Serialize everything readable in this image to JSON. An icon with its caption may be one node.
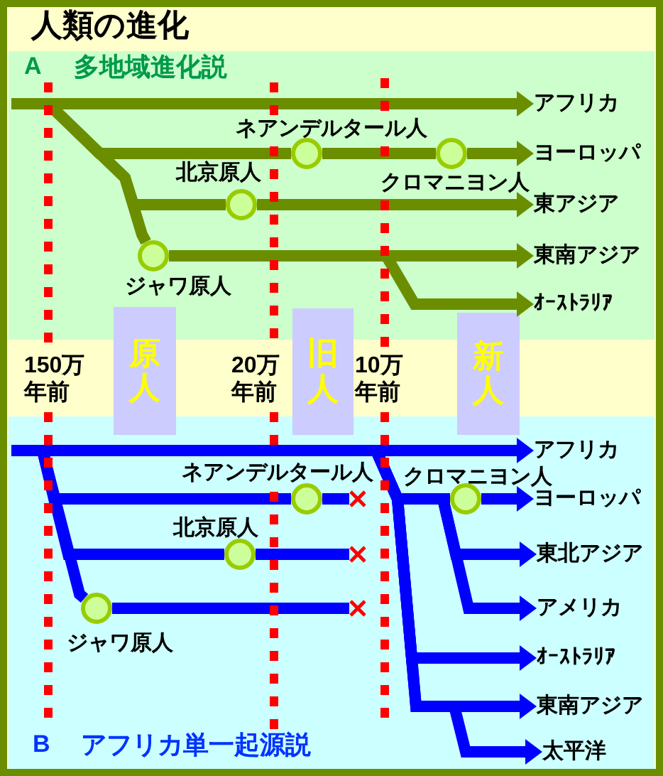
{
  "diagram": {
    "title": "人類の進化",
    "nodes": [
      {
        "text": [
          "A",
          "多地域進化説"
        ]
      },
      {
        "text": [
          "アフリカ"
        ],
        "in": 0
      },
      {
        "text": [],
        "shape": "circle",
        "beside": [
          "ネアンデルタール人"
        ],
        "in": 0
      },
      {
        "text": [],
        "shape": "circle",
        "beside": [
          "クロマニヨン人"
        ],
        "in": 0
      },
      {
        "text": [
          "ヨーロッパ"
        ],
        "in": 0
      },
      {
        "text": [],
        "shape": "circle",
        "beside": [
          "北京原人"
        ],
        "in": 0
      },
      {
        "text": [
          "東アジア"
        ],
        "in": 0
      },
      {
        "text": [],
        "shape": "circle",
        "beside": [
          "ジャワ原人"
        ],
        "in": 0
      },
      {
        "text": [
          "東南アジア"
        ],
        "in": 0
      },
      {
        "text": [
          "ｵｰｽﾄﾗﾘｱ"
        ],
        "in": 0
      },
      {
        "text": [
          "原人"
        ]
      },
      {
        "text": [
          "旧人"
        ]
      },
      {
        "text": [
          "新人"
        ]
      },
      {
        "text": [
          "B",
          "アフリカ単一起源説"
        ]
      },
      {
        "text": [
          "アフリカ"
        ],
        "in": 13
      },
      {
        "text": [],
        "shape": "circle",
        "beside": [
          "ネアンデルタール人"
        ],
        "in": 13
      },
      {
        "text": [],
        "shape": "cross",
        "in": 13
      },
      {
        "text": [],
        "shape": "circle",
        "beside": [
          "クロマニヨン人"
        ],
        "in": 13
      },
      {
        "text": [
          "ヨーロッパ"
        ],
        "in": 13
      },
      {
        "text": [],
        "shape": "circle",
        "beside": [
          "北京原人"
        ],
        "in": 13
      },
      {
        "text": [],
        "shape": "cross",
        "in": 13
      },
      {
        "text": [
          "東北アジア"
        ],
        "in": 13
      },
      {
        "text": [],
        "shape": "circle",
        "beside": [
          "ジャワ原人"
        ],
        "in": 13
      },
      {
        "text": [],
        "shape": "cross",
        "in": 13
      },
      {
        "text": [
          "アメリカ"
        ],
        "in": 13
      },
      {
        "text": [
          "ｵｰｽﾄﾗﾘｱ"
        ],
        "in": 13
      },
      {
        "text": [
          "東南アジア"
        ],
        "in": 13
      },
      {
        "text": [
          "太平洋"
        ],
        "in": 13
      }
    ],
    "edges": [
      {
        "from": null,
        "to": 1,
        "arrow": "to",
        "color": "#6b8e00"
      },
      {
        "from": null,
        "to": 2,
        "arrow": "none",
        "color": "#6b8e00"
      },
      {
        "from": 2,
        "to": 3,
        "arrow": "none",
        "color": "#6b8e00"
      },
      {
        "from": 3,
        "to": 4,
        "arrow": "to",
        "color": "#6b8e00"
      },
      {
        "from": null,
        "to": 5,
        "arrow": "none",
        "color": "#6b8e00"
      },
      {
        "from": 5,
        "to": 6,
        "arrow": "to",
        "color": "#6b8e00"
      },
      {
        "from": null,
        "to": 7,
        "arrow": "none",
        "color": "#6b8e00"
      },
      {
        "from": 7,
        "to": 8,
        "arrow": "to",
        "color": "#6b8e00"
      },
      {
        "from": 7,
        "to": 9,
        "arrow": "to",
        "color": "#6b8e00"
      },
      {
        "from": null,
        "to": 14,
        "arrow": "to"
      },
      {
        "from": null,
        "to": 15,
        "arrow": "none"
      },
      {
        "from": 15,
        "to": 16,
        "arrow": "none"
      },
      {
        "from": null,
        "to": 17,
        "arrow": "none"
      },
      {
        "from": 17,
        "to": 18,
        "arrow": "to"
      },
      {
        "from": null,
        "to": 19,
        "arrow": "none"
      },
      {
        "from": 19,
        "to": 20,
        "arrow": "none"
      },
      {
        "from": null,
        "to": 21,
        "arrow": "to"
      },
      {
        "from": null,
        "to": 22,
        "arrow": "none"
      },
      {
        "from": 22,
        "to": 23,
        "arrow": "none"
      },
      {
        "from": null,
        "to": 24,
        "arrow": "to"
      },
      {
        "from": null,
        "to": 25,
        "arrow": "to"
      },
      {
        "from": null,
        "to": 26,
        "arrow": "to"
      },
      {
        "from": null,
        "to": 27,
        "arrow": "to"
      }
    ],
    "labels": [
      "150万年前",
      "20万年前",
      "10万年前"
    ]
  }
}
